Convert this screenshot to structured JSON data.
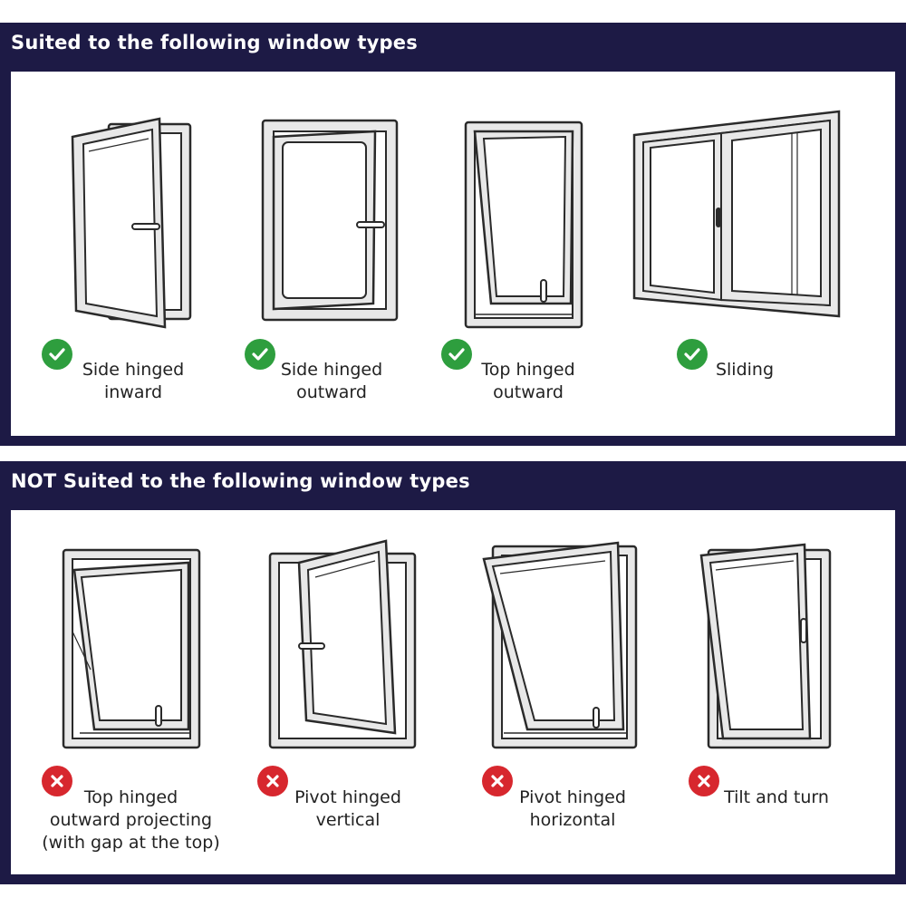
{
  "suited": {
    "title": "Suited to the following window types",
    "items": [
      {
        "label": "Side hinged\ninward",
        "icon": "check-icon"
      },
      {
        "label": "Side hinged\noutward",
        "icon": "check-icon"
      },
      {
        "label": "Top hinged\noutward",
        "icon": "check-icon"
      },
      {
        "label": "Sliding",
        "icon": "check-icon"
      }
    ]
  },
  "not_suited": {
    "title": "NOT Suited to the following window types",
    "items": [
      {
        "label": "Top hinged\noutward projecting\n(with gap at the top)",
        "icon": "cross-icon"
      },
      {
        "label": "Pivot hinged\nvertical",
        "icon": "cross-icon"
      },
      {
        "label": "Pivot hinged\nhorizontal",
        "icon": "cross-icon"
      },
      {
        "label": "Tilt and turn",
        "icon": "cross-icon"
      }
    ]
  },
  "colors": {
    "frame": "#1d1a45",
    "ok": "#2e9e3e",
    "no": "#d7272e",
    "window_fill": "#e8e8e8",
    "window_stroke": "#2a2a2a"
  }
}
